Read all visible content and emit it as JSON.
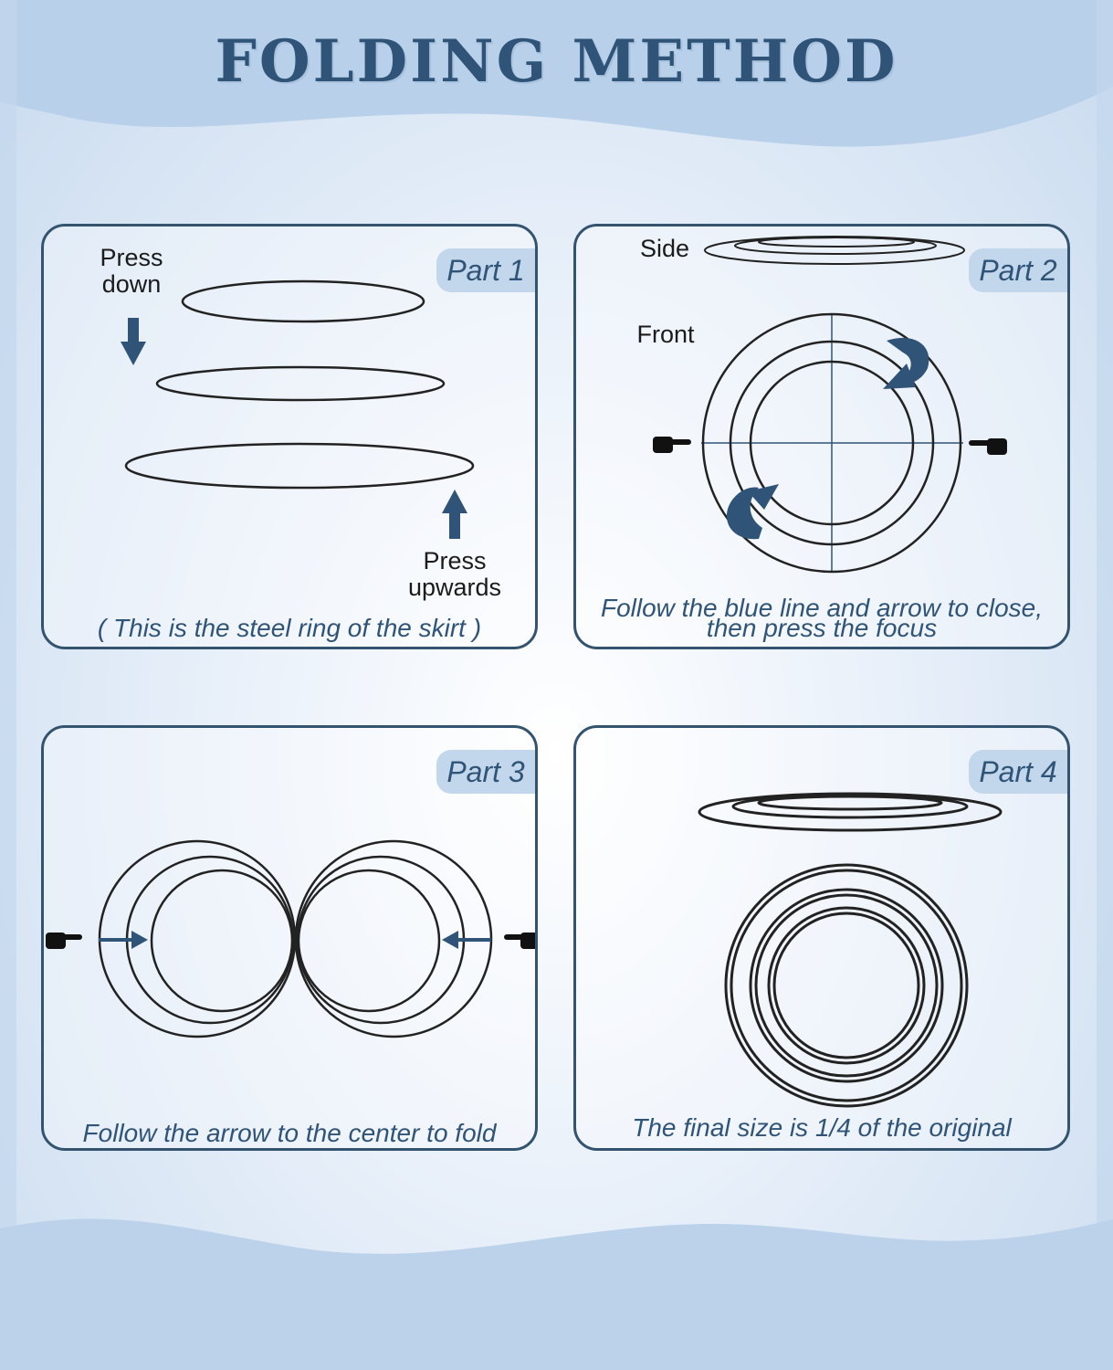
{
  "title": "FOLDING METHOD",
  "colors": {
    "accent": "#2f5478",
    "frame": "#33536f",
    "line": "#222222",
    "arrow": "#2f5478"
  },
  "icons": [
    "down-arrow-icon",
    "up-arrow-icon",
    "pointing-hand-icon",
    "curved-arrow-icon",
    "right-arrow-icon",
    "left-arrow-icon"
  ],
  "panels": [
    {
      "part": "Part 1",
      "labels": {
        "press_down": "Press\ndown",
        "press_upwards": "Press\nupwards"
      },
      "caption": "( This is the steel ring of the skirt )"
    },
    {
      "part": "Part 2",
      "labels": {
        "side": "Side",
        "front": "Front"
      },
      "caption_line1": "Follow the blue line and arrow to close,",
      "caption_line2": "then press the focus"
    },
    {
      "part": "Part 3",
      "caption": "Follow the arrow to the center to fold"
    },
    {
      "part": "Part 4",
      "caption": "The final size is 1/4 of the original"
    }
  ]
}
